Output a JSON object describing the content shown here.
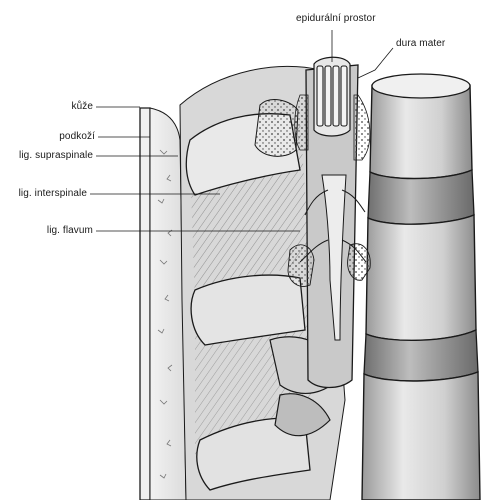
{
  "labels": {
    "epidural_space": "epidurální prostor",
    "dura_mater": "dura mater",
    "skin": "kůže",
    "subcutis": "podkoží",
    "supraspinous_ligament": "lig. supraspinale",
    "interspinous_ligament": "lig. interspinale",
    "ligamentum_flavum": "lig. flavum"
  },
  "colors": {
    "ink": "#1a1a1a",
    "vertebra_light": "#e6e6e6",
    "vertebra_mid": "#bdbdbd",
    "vertebra_dark": "#8a8a8a",
    "tissue": "#d4d4d4",
    "spinal_cord": "#cfcfcf"
  }
}
